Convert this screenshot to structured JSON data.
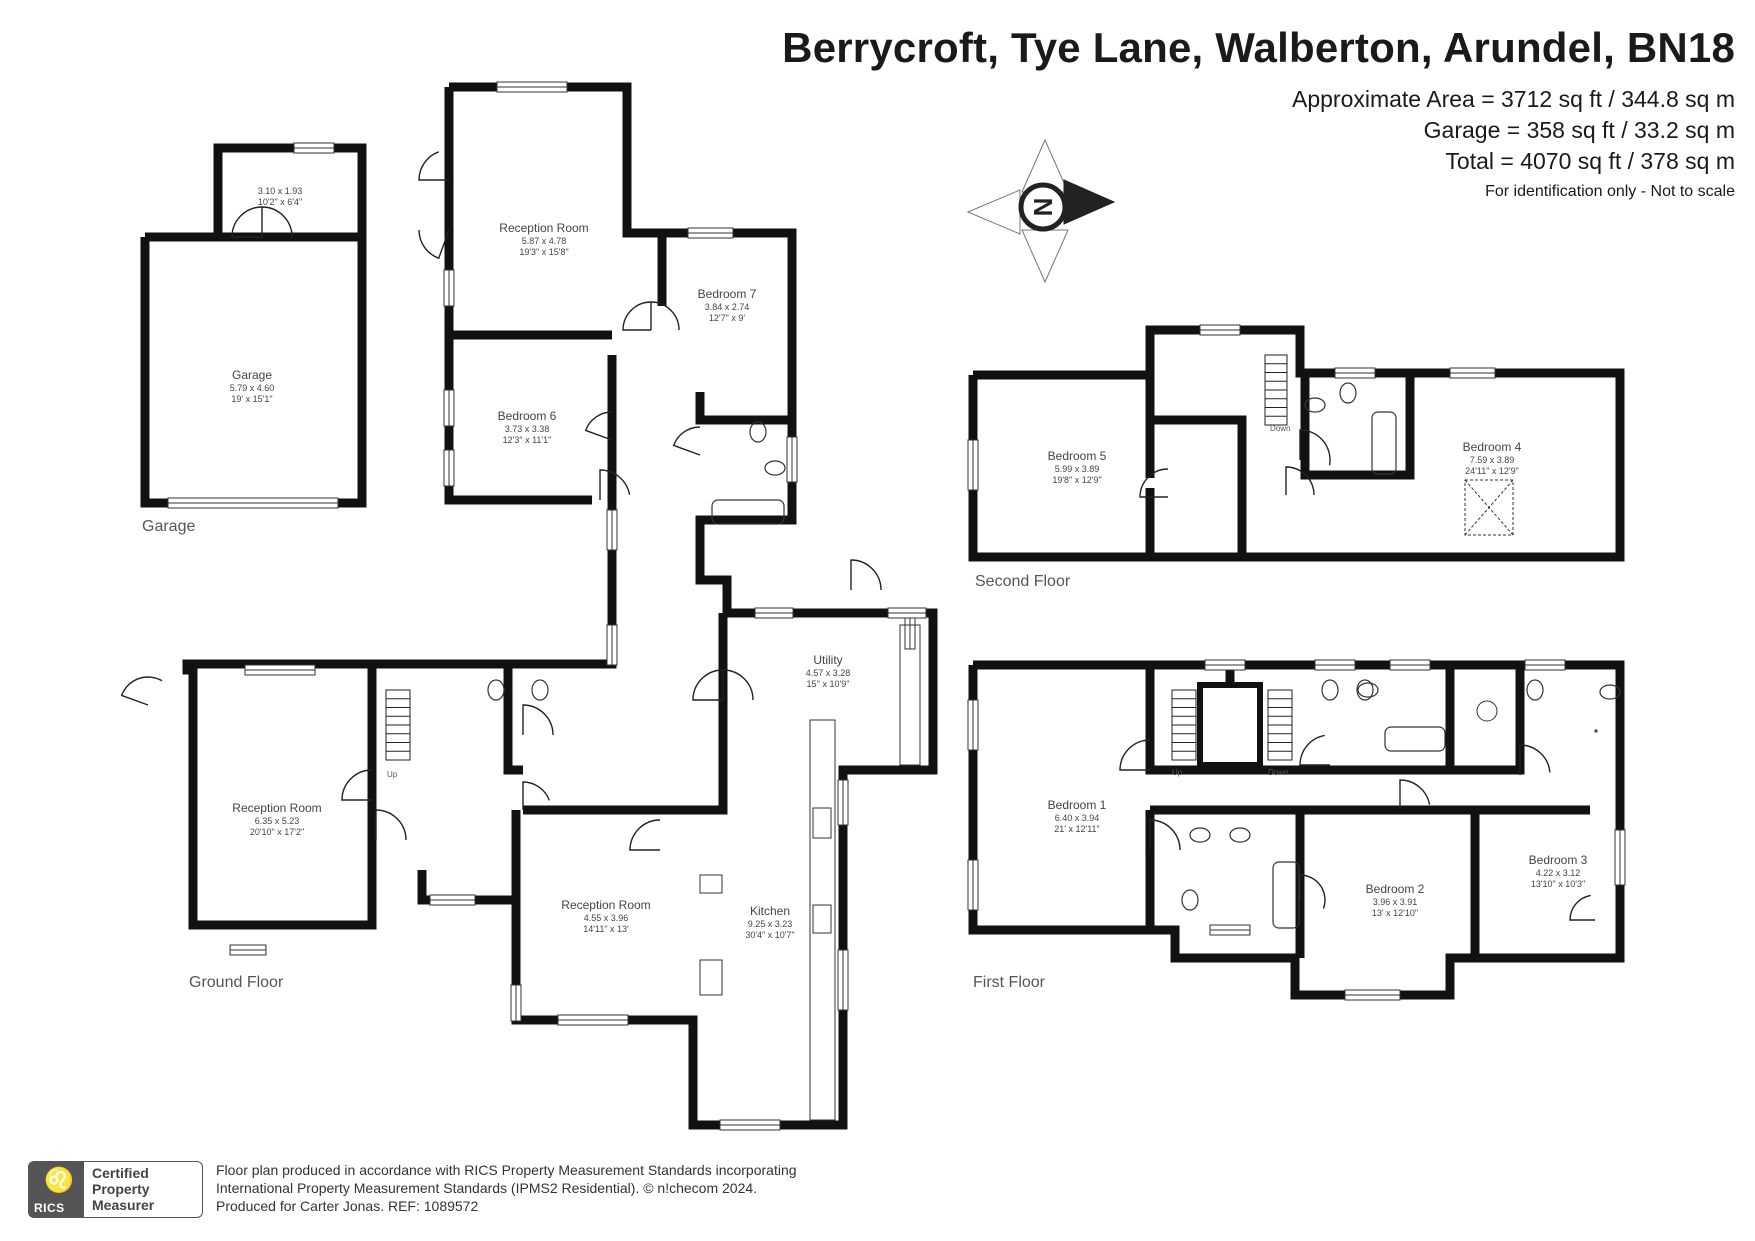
{
  "header": {
    "title": "Berrycroft, Tye Lane, Walberton, Arundel, BN18",
    "area_line": "Approximate Area = 3712 sq ft / 344.8 sq m",
    "garage_line": "Garage = 358 sq ft / 33.2 sq m",
    "total_line": "Total = 4070 sq ft / 378 sq m",
    "note": "For identification only - Not to scale"
  },
  "compass": {
    "letter": "N"
  },
  "floors": {
    "garage": "Garage",
    "ground": "Ground Floor",
    "second": "Second Floor",
    "first": "First Floor"
  },
  "rooms": {
    "store": {
      "name": "",
      "metric": "3.10 x 1.93",
      "imperial": "10'2\" x 6'4\""
    },
    "garage": {
      "name": "Garage",
      "metric": "5.79 x 4.60",
      "imperial": "19' x 15'1\""
    },
    "reception_top": {
      "name": "Reception Room",
      "metric": "5.87 x 4.78",
      "imperial": "19'3\" x 15'8\""
    },
    "bedroom7": {
      "name": "Bedroom 7",
      "metric": "3.84 x 2.74",
      "imperial": "12'7\" x 9'"
    },
    "bedroom6": {
      "name": "Bedroom 6",
      "metric": "3.73 x 3.38",
      "imperial": "12'3\" x 11'1\""
    },
    "utility": {
      "name": "Utility",
      "metric": "4.57 x 3.28",
      "imperial": "15'' x 10'9\""
    },
    "reception_left": {
      "name": "Reception Room",
      "metric": "6.35 x 5.23",
      "imperial": "20'10\" x 17'2\""
    },
    "reception_mid": {
      "name": "Reception Room",
      "metric": "4.55 x 3.96",
      "imperial": "14'11\" x 13'"
    },
    "kitchen": {
      "name": "Kitchen",
      "metric": "9.25 x 3.23",
      "imperial": "30'4\" x 10'7\""
    },
    "bedroom5": {
      "name": "Bedroom 5",
      "metric": "5.99 x 3.89",
      "imperial": "19'8\" x 12'9\""
    },
    "bedroom4": {
      "name": "Bedroom 4",
      "metric": "7.59 x 3.89",
      "imperial": "24'11\" x 12'9\""
    },
    "bedroom1": {
      "name": "Bedroom 1",
      "metric": "6.40 x 3.94",
      "imperial": "21' x 12'11\""
    },
    "bedroom2": {
      "name": "Bedroom 2",
      "metric": "3.96 x 3.91",
      "imperial": "13' x 12'10\""
    },
    "bedroom3": {
      "name": "Bedroom 3",
      "metric": "4.22 x 3.12",
      "imperial": "13'10\" x 10'3\""
    }
  },
  "stair_labels": {
    "up": "Up",
    "down": "Down"
  },
  "footer": {
    "line1": "Floor plan produced in accordance with RICS Property Measurement Standards incorporating",
    "line2": "International Property Measurement Standards (IPMS2 Residential).   © n!checom 2024.",
    "line3": "Produced for Carter Jonas.   REF:  1089572"
  },
  "badge": {
    "org": "RICS",
    "line1": "Certified",
    "line2": "Property",
    "line3": "Measurer"
  },
  "colors": {
    "wall": "#111111",
    "text": "#1a1a1a",
    "label": "#444444"
  }
}
